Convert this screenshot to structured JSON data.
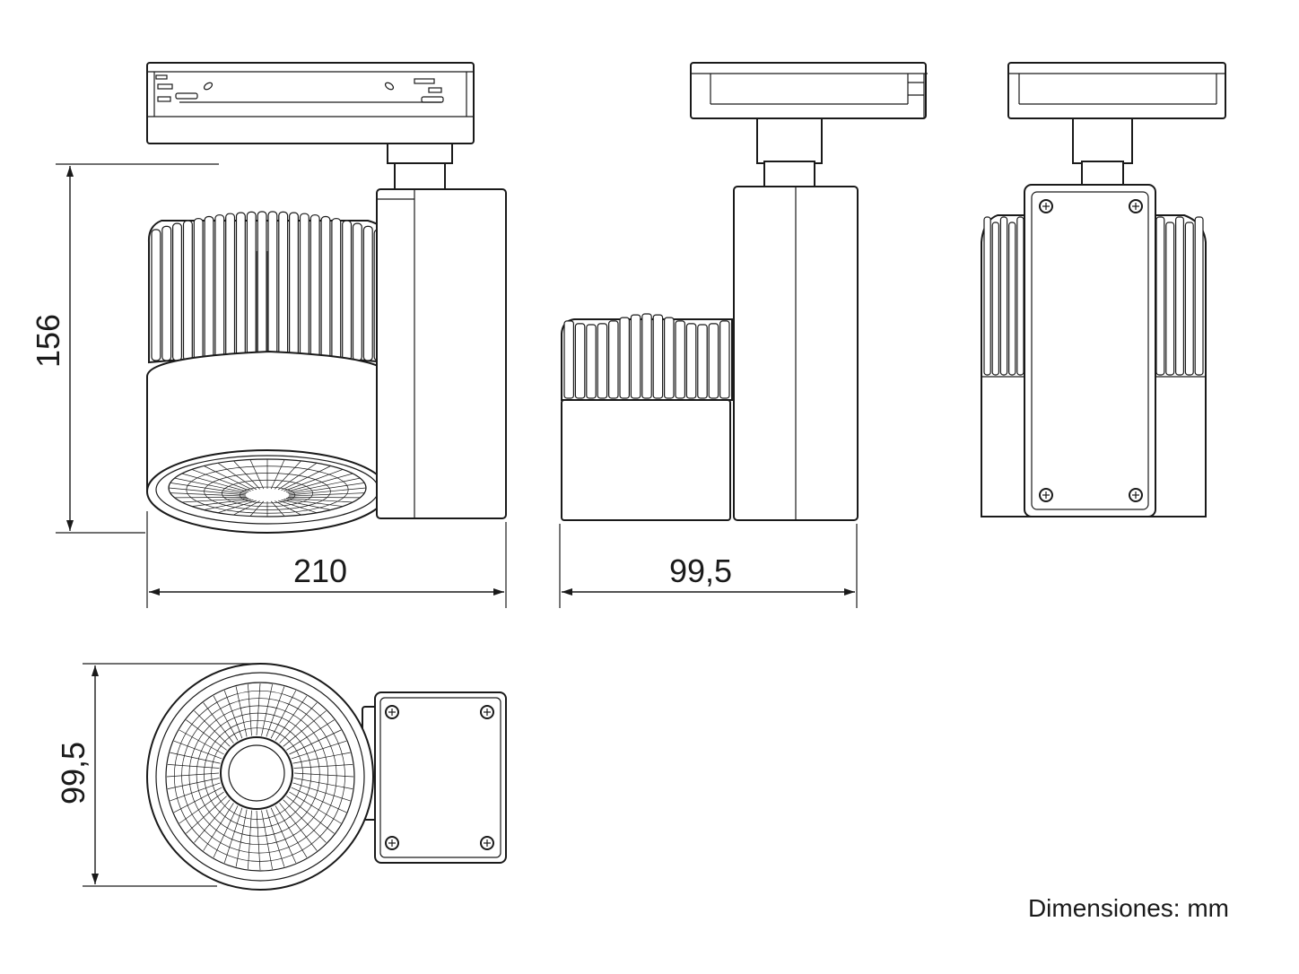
{
  "dimensions": {
    "front_height": "156",
    "front_width": "210",
    "side_width": "99,5",
    "bottom_height": "99,5"
  },
  "note": "Dimensiones: mm",
  "colors": {
    "line": "#1a1a1a",
    "background": "#ffffff"
  }
}
